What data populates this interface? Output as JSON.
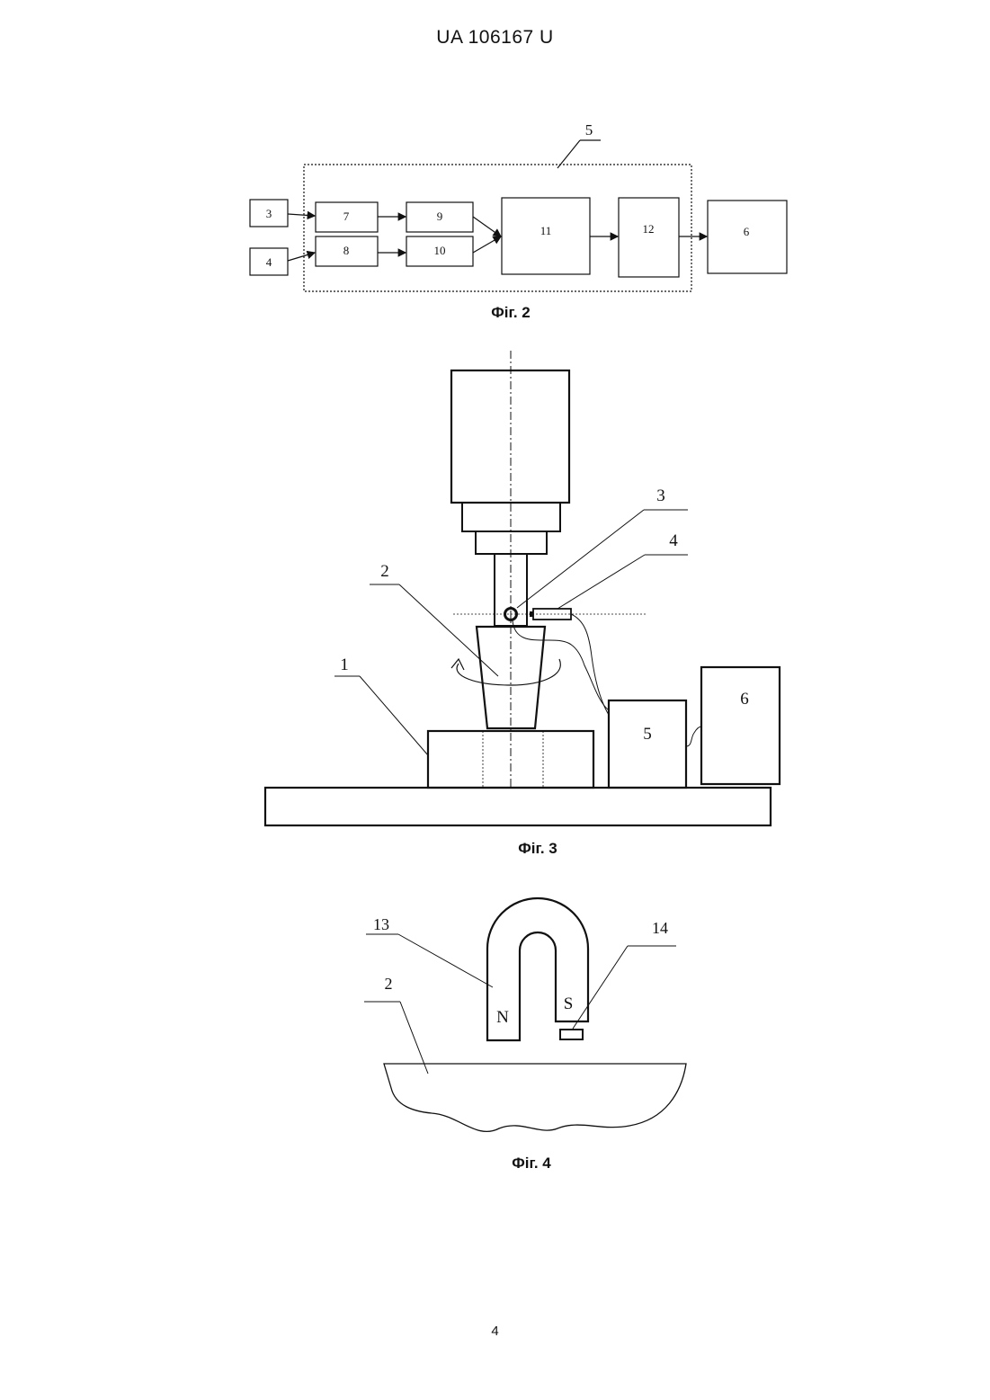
{
  "header": {
    "doc_number": "UA   106167   U"
  },
  "page_number": "4",
  "fig2": {
    "caption": "Фіг. 2",
    "boundary_label": "5",
    "blocks": {
      "b3": "3",
      "b4": "4",
      "b7": "7",
      "b8": "8",
      "b9": "9",
      "b10": "10",
      "b11": "11",
      "b12": "12",
      "b6": "6"
    }
  },
  "fig3": {
    "caption": "Фіг. 3",
    "labels": {
      "l1": "1",
      "l2": "2",
      "l3": "3",
      "l4": "4",
      "l5": "5",
      "l6": "6"
    }
  },
  "fig4": {
    "caption": "Фіг. 4",
    "labels": {
      "l13": "13",
      "l14": "14",
      "l2": "2"
    },
    "poles": {
      "north": "N",
      "south": "S"
    }
  }
}
